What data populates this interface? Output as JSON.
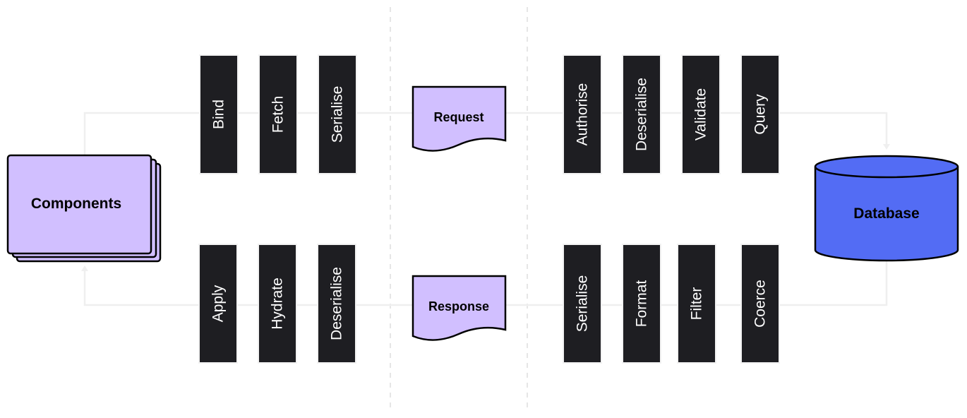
{
  "components": {
    "label": "Components"
  },
  "database": {
    "label": "Database"
  },
  "request": {
    "label": "Request"
  },
  "response": {
    "label": "Response"
  },
  "client_request_stages": [
    "Bind",
    "Fetch",
    "Serialise"
  ],
  "client_response_stages": [
    "Apply",
    "Hydrate",
    "Deserialise"
  ],
  "server_request_stages": [
    "Authorise",
    "Deserialise",
    "Validate",
    "Query"
  ],
  "server_response_stages": [
    "Serialise",
    "Format",
    "Filter",
    "Coerce"
  ],
  "colors": {
    "stage_fill": "#1e1e22",
    "doc_fill": "#d1bfff",
    "database_fill": "#536cf4",
    "connector": "#efefef",
    "divider": "#e6e6e6",
    "stroke": "#000000"
  }
}
